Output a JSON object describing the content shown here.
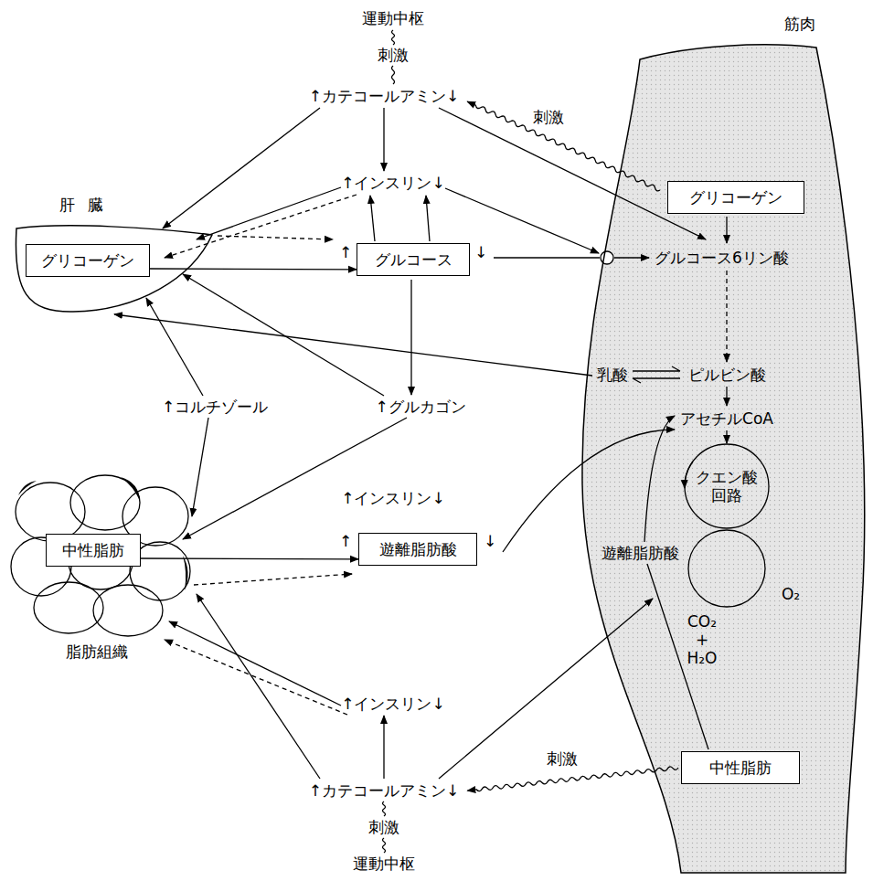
{
  "diagram": {
    "nodes": [
      {
        "text": [
          "肝臓"
        ]
      },
      {
        "text": [
          "グリコーゲン"
        ],
        "in": 0
      },
      {
        "text": [
          "グルコース"
        ]
      },
      {
        "text": [
          "脂肪組織"
        ]
      },
      {
        "text": [
          "中性脂肪"
        ],
        "in": 3
      },
      {
        "text": [
          "遊離脂肪酸"
        ]
      },
      {
        "text": [
          "筋肉"
        ]
      },
      {
        "text": [
          "グリコーゲン"
        ],
        "in": 6
      },
      {
        "text": [
          "中性脂肪"
        ],
        "in": 6
      }
    ],
    "edges": [
      {
        "from": 1,
        "to": 2,
        "arrow": "to"
      },
      {
        "from": 4,
        "to": 5,
        "arrow": "to"
      }
    ],
    "labels": [
      "運動中枢",
      "刺激",
      "↑カテコールアミン↓",
      "刺激",
      "↑インスリン↓",
      "↑",
      "↓",
      "グルコース6リン酸",
      "乳酸",
      "ピルビン酸",
      "↑コルチゾール",
      "↑グルカゴン",
      "アセチルCoA",
      "↑インスリン↓",
      "クエン酸 回路",
      "↑",
      "↓",
      "遊離脂肪酸",
      "O₂",
      "CO₂ + H₂O",
      "↑インスリン↓",
      "刺激",
      "↑カテコールアミン↓",
      "刺激",
      "運動中枢"
    ]
  }
}
